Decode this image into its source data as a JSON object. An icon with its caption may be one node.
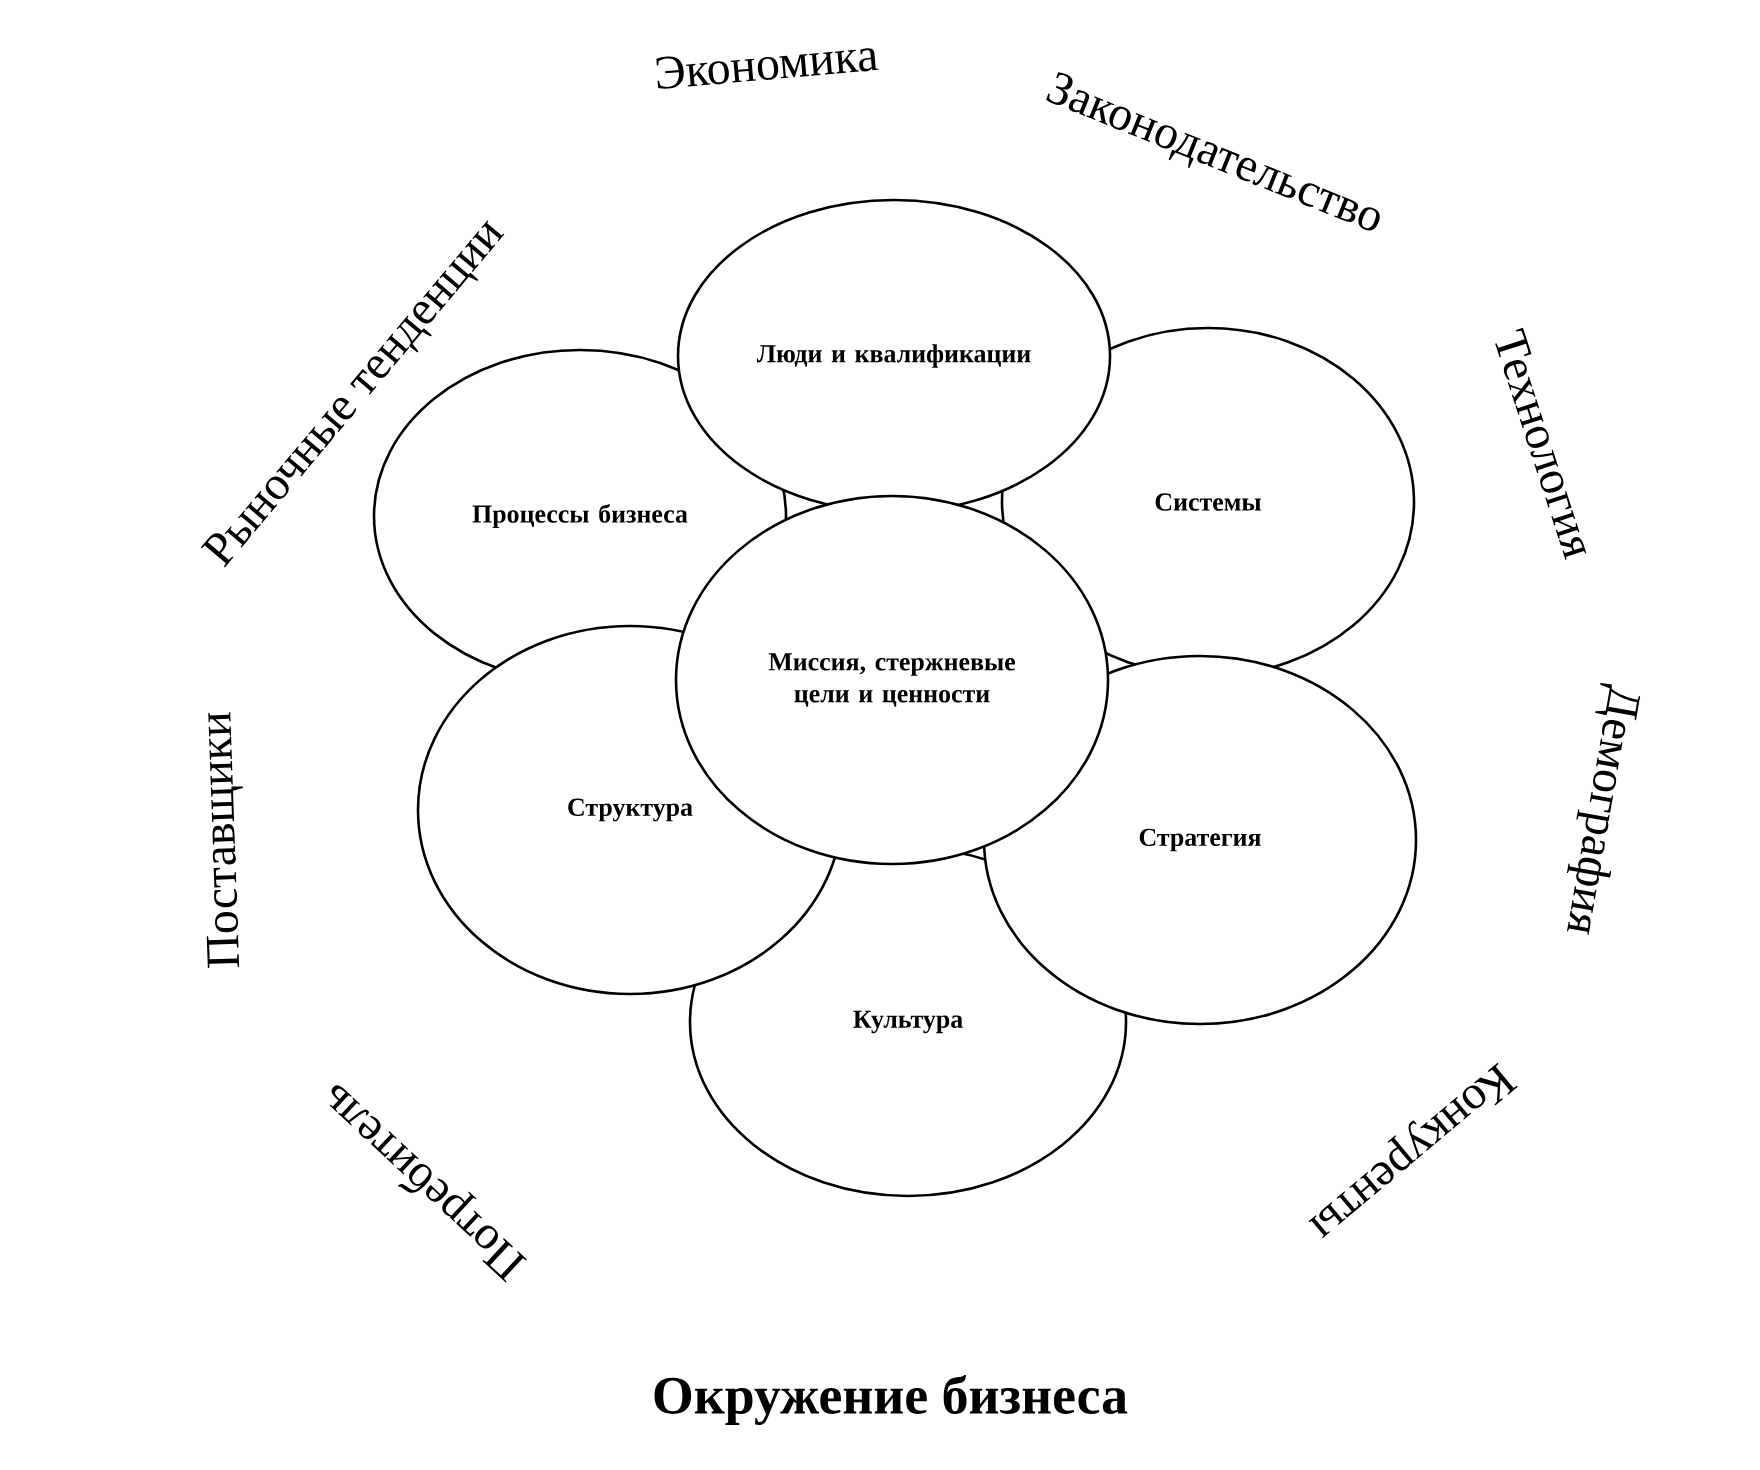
{
  "diagram": {
    "title": "Окружение бизнеса",
    "nodes": [
      {
        "text": [
          "Люди и квалификации"
        ]
      },
      {
        "text": [
          "Процессы бизнеса"
        ]
      },
      {
        "text": [
          "Системы"
        ]
      },
      {
        "text": [
          "Миссия, стержневые цели и ценности"
        ]
      },
      {
        "text": [
          "Структура"
        ]
      },
      {
        "text": [
          "Стратегия"
        ]
      },
      {
        "text": [
          "Культура"
        ]
      }
    ],
    "labels": [
      "Экономика",
      "Законодательство",
      "Рыночные тенденции",
      "Технология",
      "Демография",
      "Поставщики",
      "Конкуренты",
      "Потребитель"
    ]
  }
}
